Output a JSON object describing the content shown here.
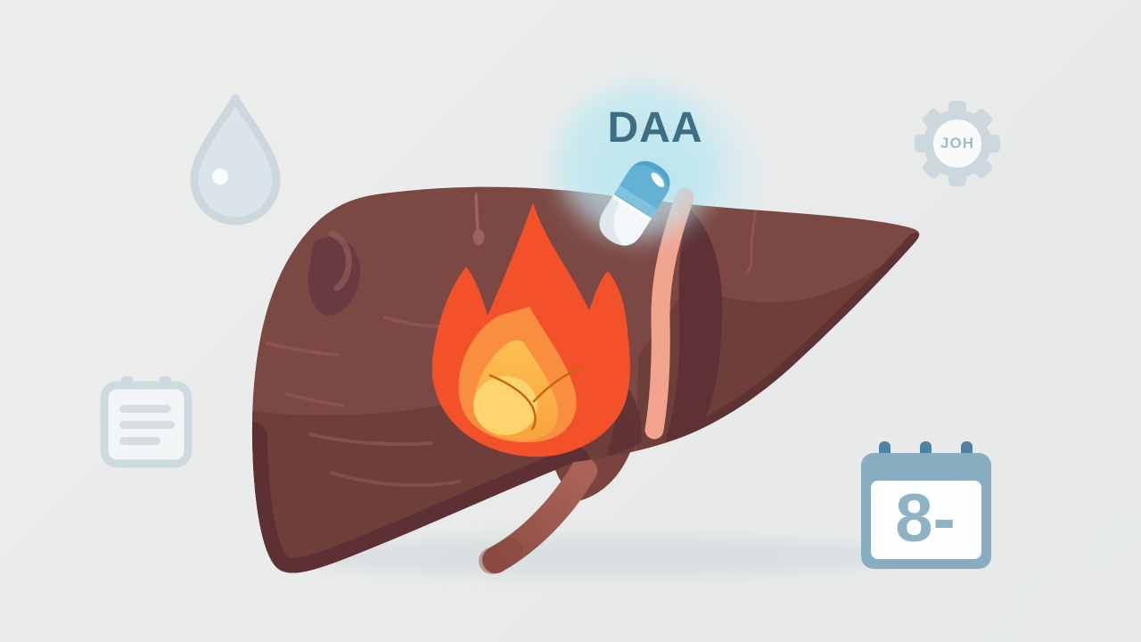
{
  "illustration": {
    "description_labels": {
      "daa": "DAA",
      "badge": "JOH",
      "calendar_day": "8-"
    }
  },
  "labels": {
    "daa": "DAA",
    "badge": "JOH",
    "calendar_day": "8-"
  },
  "icons": {
    "liver": "liver-illustration",
    "flame": "flame-icon",
    "pill": "capsule-pill-icon",
    "ribbon": "ligament-ribbon-band",
    "droplet": "water-droplet-icon",
    "notepad": "notepad-list-icon",
    "gear": "gear-badge-icon",
    "calendar": "calendar-icon"
  },
  "palette": {
    "background": "#e9ebea",
    "liver-main": "#7b4843",
    "liver-dark": "#6e3e3b",
    "liver-darkest": "#5d3033",
    "liver-detail": "#9a615d",
    "ribbon": "#f2a38e",
    "flame-outer": "#f2512a",
    "flame-mid": "#f88e3e",
    "flame-inner-top": "#fcc152",
    "flame-inner-bottom": "#f9a23c",
    "flame-core": "#fdd872",
    "pill-blue": "#64b1d6",
    "pill-white": "#f3f7f9",
    "glow": "#bfe7f0",
    "icon-muted": "#c9d6dc",
    "icon-strong": "#87adc0",
    "calendar-ring": "#4d82a1",
    "label-teal": "#3e6e83",
    "label-muted": "#a4bac5",
    "calendar-text": "#8fb2c4",
    "shadow": "#d5dddf"
  }
}
